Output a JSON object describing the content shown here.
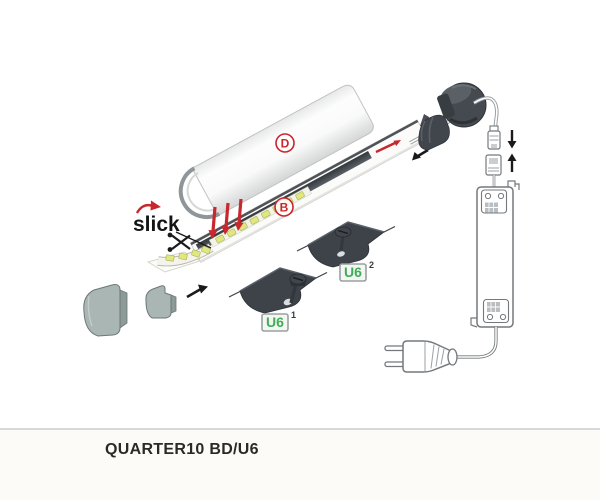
{
  "title_bar": {
    "product_name": "QUARTER10 BD/U6"
  },
  "labels": {
    "diffuser": "D",
    "profile": "B",
    "led_strip": "slick",
    "bracket1": "U6",
    "bracket1_variant": "1",
    "bracket2": "U6",
    "bracket2_variant": "2"
  },
  "colors": {
    "accent_red": "#c8272d",
    "bracket_green": "#3fae56",
    "metal_dark": "#3e4349",
    "cap_gray": "#a9b6b4",
    "outline_gray": "#74797d",
    "led_chip_yellow": "#e0e77f",
    "divider_gray": "#d8d8d8",
    "footer_background": "#fcfbf7",
    "title_text": "#2b2a28"
  }
}
